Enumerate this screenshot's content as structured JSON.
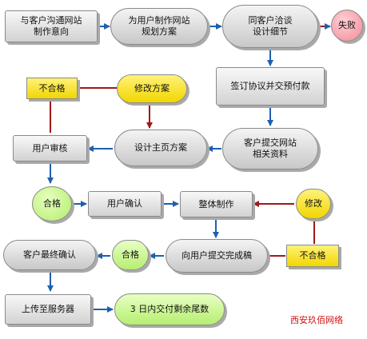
{
  "nodes": {
    "communicate": "与客户沟通网站\n制作意向",
    "plan": "为用户制作网站\n规划方案",
    "discuss": "同客户洽谈\n设计细节",
    "fail": "失败",
    "contract": "签订协议并交预付款",
    "reject1": "不合格",
    "modify_plan": "修改方案",
    "submit_material": "客户提交网站\n相关资料",
    "design_home": "设计主页方案",
    "user_review": "用户审核",
    "pass1": "合格",
    "user_confirm": "用户确认",
    "whole_make": "整体制作",
    "modify": "修改",
    "final_confirm": "客户最终确认",
    "pass2": "合格",
    "submit_done": "向用户提交完成稿",
    "reject2": "不合格",
    "upload": "上传至服务器",
    "pay_rest": "3 日内交付剩余尾数"
  },
  "watermark": "西安玖佰网络",
  "colors": {
    "arrow_blue": "#1f5fb0",
    "arrow_red": "#a01818",
    "yellow": "#f7e11a",
    "green": "#b8ee74",
    "pink": "#f5a0aa"
  }
}
